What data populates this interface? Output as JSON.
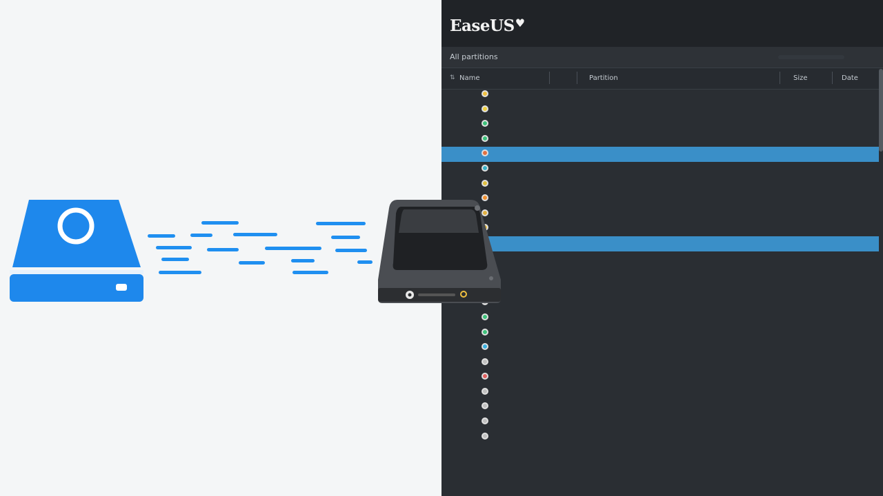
{
  "illustration": {
    "source_drive_icon": "external-drive-blue-icon",
    "target_drive_icon": "ssd-drive-gray-icon",
    "speed_lines_icon": "transfer-speed-lines-icon",
    "colors": {
      "source": "#1f8ff0",
      "target": "#3b3e42"
    }
  },
  "app": {
    "logo": "EaseUS",
    "logo_heart": "♥",
    "tagline": "",
    "header_link": "",
    "toolbar_label": "All partitions",
    "columns": {
      "name": "Name",
      "detail": "Partition",
      "size": "Size",
      "date": "Date"
    },
    "colors": {
      "selection": "#3a8fc8",
      "alert": "#e25454",
      "background": "#2a2e33"
    },
    "rows": [
      {
        "name": "",
        "detail": "",
        "size": "",
        "date": "",
        "dot": "#f0c040",
        "selected": false,
        "alert": false
      },
      {
        "name": "",
        "detail": "",
        "size": "",
        "date": "",
        "dot": "#f0d040",
        "selected": false,
        "alert": false
      },
      {
        "name": "",
        "detail": "",
        "size": "",
        "date": "",
        "dot": "#3cc17a",
        "selected": false,
        "alert": false
      },
      {
        "name": "",
        "detail": "",
        "size": "",
        "date": "",
        "dot": "#3cc17a",
        "selected": false,
        "alert": false
      },
      {
        "name": "",
        "detail": "",
        "size": "",
        "date": "",
        "dot": "#e07040",
        "selected": true,
        "alert": false
      },
      {
        "name": "",
        "detail": "",
        "size": "",
        "date": "",
        "dot": "#3ab0c8",
        "selected": false,
        "alert": false
      },
      {
        "name": "",
        "detail": "",
        "size": "",
        "date": "",
        "dot": "#e0c040",
        "selected": false,
        "alert": false
      },
      {
        "name": "",
        "detail": "",
        "size": "",
        "date": "",
        "dot": "#f09030",
        "selected": false,
        "alert": false
      },
      {
        "name": "",
        "detail": "",
        "size": "",
        "date": "",
        "dot": "#e0b040",
        "selected": false,
        "alert": false
      },
      {
        "name": "",
        "detail": "",
        "size": "",
        "date": "",
        "dot": "#f0c040",
        "selected": false,
        "alert": false
      },
      {
        "name": "",
        "detail": "",
        "size": "",
        "date": "",
        "dot": "#3a8fc8",
        "selected": true,
        "alert": false
      },
      {
        "name": "",
        "detail": "",
        "size": "",
        "date": "",
        "dot": "#c0c0c0",
        "selected": false,
        "alert": false
      },
      {
        "name": "",
        "detail": "",
        "size": "",
        "date": "",
        "dot": "#c0c0c0",
        "selected": false,
        "alert": false
      },
      {
        "name": "",
        "detail": "",
        "size": "",
        "date": "",
        "dot": "#c0c0c0",
        "selected": false,
        "alert": false
      },
      {
        "name": "",
        "detail": "",
        "size": "",
        "date": "",
        "dot": "#c0c0c0",
        "selected": false,
        "alert": false
      },
      {
        "name": "",
        "detail": "",
        "size": "",
        "date": "",
        "dot": "#3cc17a",
        "selected": false,
        "alert": false
      },
      {
        "name": "",
        "detail": "",
        "size": "",
        "date": "",
        "dot": "#3cc17a",
        "selected": false,
        "alert": false
      },
      {
        "name": "",
        "detail": "",
        "size": "",
        "date": "",
        "dot": "#3ab0e0",
        "selected": false,
        "alert": false
      },
      {
        "name": "",
        "detail": "",
        "size": "",
        "date": "",
        "dot": "#c0c0c0",
        "selected": false,
        "alert": false
      },
      {
        "name": "",
        "detail": "",
        "size": "",
        "date": "",
        "dot": "#e06060",
        "selected": false,
        "alert": false
      },
      {
        "name": "",
        "detail": "",
        "size": "",
        "date": "",
        "dot": "#c0c0c0",
        "selected": false,
        "alert": false
      },
      {
        "name": "",
        "detail": "",
        "size": "",
        "date": "",
        "dot": "#c0c0c0",
        "selected": false,
        "alert": false
      },
      {
        "name": "",
        "detail": "",
        "size": "",
        "date": "",
        "dot": "#c0c0c0",
        "selected": false,
        "alert": false
      },
      {
        "name": "",
        "detail": "",
        "size": "",
        "date": "",
        "dot": "#c0c0c0",
        "selected": false,
        "alert": false
      }
    ]
  }
}
